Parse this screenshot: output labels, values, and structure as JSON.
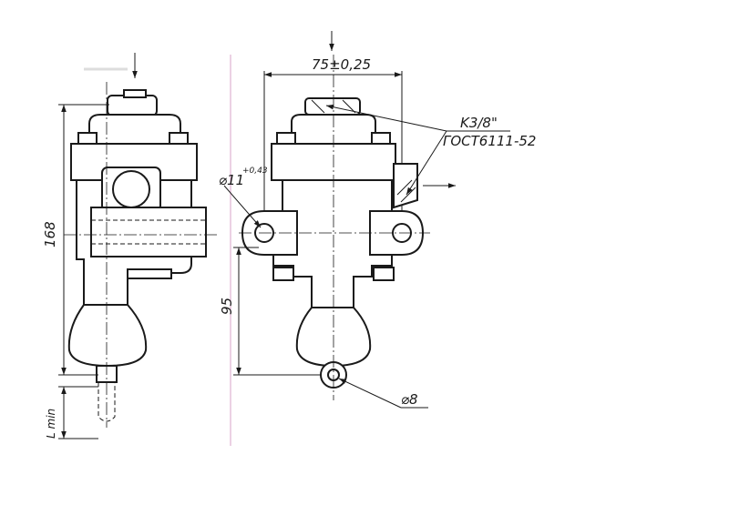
{
  "dimensions": {
    "width_75": "75±0,25",
    "height_168": "168",
    "height_95": "95",
    "hole_11": "⌀11",
    "hole_11_tol": "+0,43",
    "pin_8": "⌀8",
    "l_min": "L min"
  },
  "notes": {
    "thread_line1": "K3/8\"",
    "thread_line2": "ГОСТ6111-52"
  },
  "colors": {
    "line": "#1a1a1a",
    "frame_line": "#d9a3c8",
    "background": "#ffffff"
  }
}
